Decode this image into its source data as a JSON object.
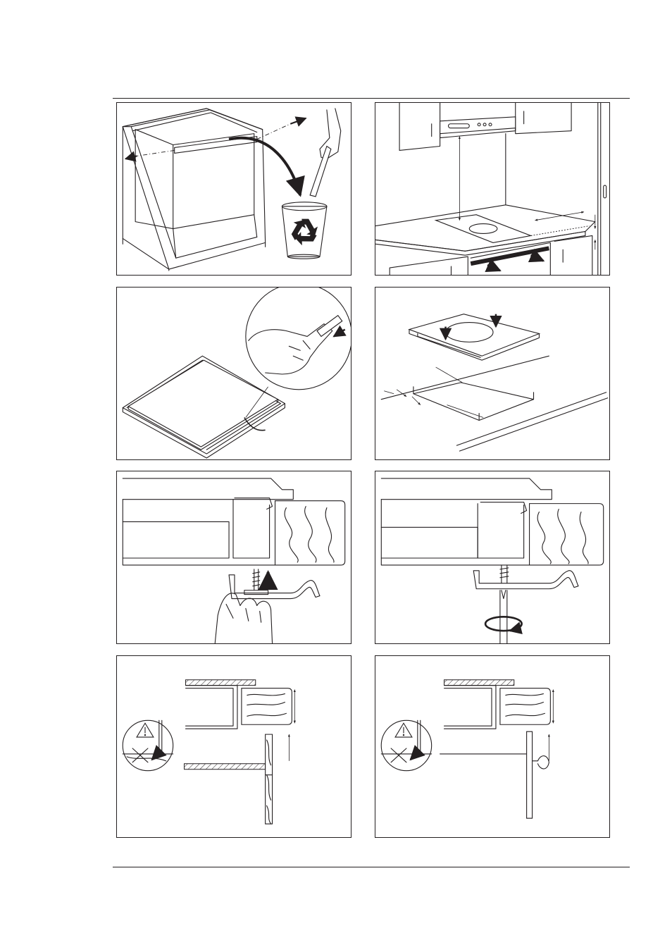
{
  "page": {
    "width": 954,
    "height": 1351,
    "line_color": "#231f20",
    "background": "#ffffff"
  },
  "illustrations": [
    {
      "id": "remove-cabinet-rail",
      "icon": "recycle-icon"
    },
    {
      "id": "hood-clearance",
      "icon": "cooker-hood-icon"
    },
    {
      "id": "apply-seal",
      "icon": "seal-tape-icon"
    },
    {
      "id": "cut-out-worktop",
      "icon": "hob-insertion-icon"
    },
    {
      "id": "insert-bracket",
      "icon": "bracket-icon"
    },
    {
      "id": "tighten-screw",
      "icon": "screwdriver-rotate-icon"
    },
    {
      "id": "drawer-clearance",
      "icon": "warning-triangle-icon"
    },
    {
      "id": "oven-clearance",
      "icon": "warning-triangle-icon"
    }
  ]
}
